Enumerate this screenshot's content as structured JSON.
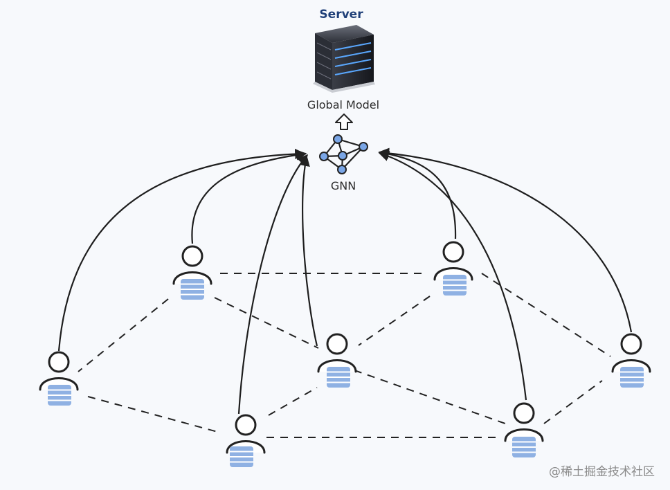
{
  "diagram": {
    "server_title": "Server",
    "global_model_label": "Global Model",
    "gnn_label": "GNN",
    "watermark": "@稀土掘金技术社区",
    "icons": {
      "server": "server-icon",
      "upload": "upload-arrow-icon",
      "gnn": "gnn-graph-icon",
      "client": "user-icon",
      "database": "database-icon"
    },
    "clients": [
      {
        "id": "c1"
      },
      {
        "id": "c2"
      },
      {
        "id": "c3"
      },
      {
        "id": "c4"
      },
      {
        "id": "c5"
      },
      {
        "id": "c6"
      },
      {
        "id": "c7"
      }
    ],
    "colors": {
      "title": "#1f3f78",
      "stroke": "#222222",
      "database_fill": "#8fb1e3",
      "database_stripe": "#ffffff",
      "node_fill": "#7aa6e6",
      "server_body": "#2a2d36",
      "server_led": "#5aa8ff"
    }
  }
}
